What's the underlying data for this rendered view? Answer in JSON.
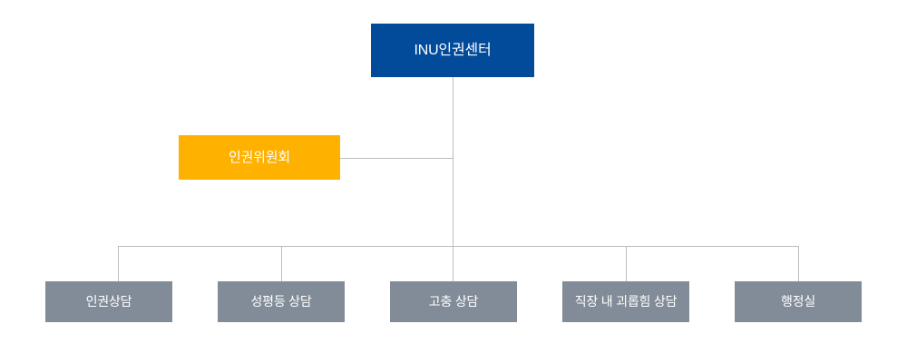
{
  "diagram": {
    "type": "org-chart",
    "title": "INU Human Rights Center organization chart",
    "colors": {
      "root_box": "#024b9b",
      "committee_box": "#ffb100",
      "leaf_box": "#828c99",
      "connector_line": "#bdbdbd",
      "box_text": "#ffffff",
      "background": "#ffffff"
    },
    "root": {
      "label": "INU인권센터"
    },
    "committee": {
      "label": "인권위원회"
    },
    "departments": [
      {
        "label": "인권상담"
      },
      {
        "label": "성평등 상담"
      },
      {
        "label": "고충 상담"
      },
      {
        "label": "직장 내 괴롭힘 상담"
      },
      {
        "label": "행정실"
      }
    ]
  }
}
